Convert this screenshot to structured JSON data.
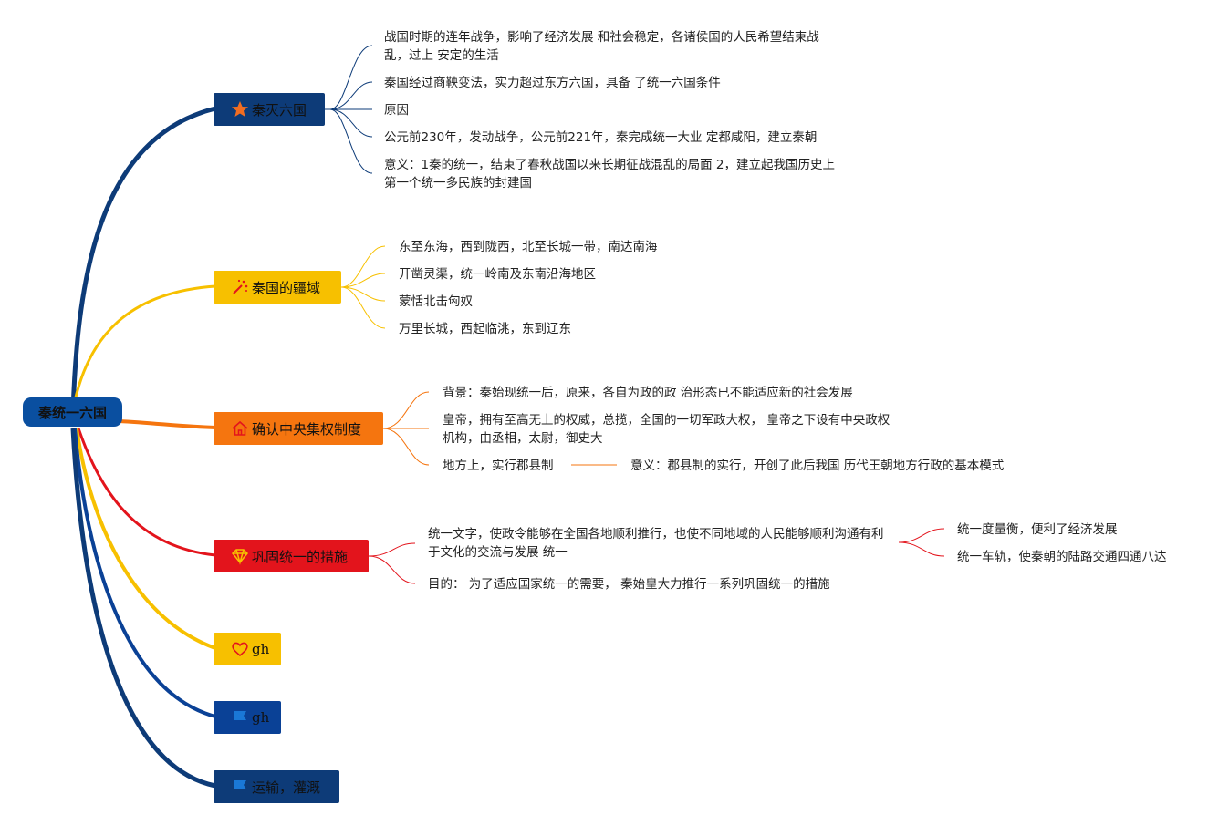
{
  "root": {
    "label": "秦统一六国"
  },
  "branches": [
    {
      "label": "秦灭六国",
      "icon": "star-icon",
      "color": "#0d3b78",
      "leaves": [
        "战国时期的连年战争，影响了经济发展 和社会稳定，各诸侯国的人民希望结束战乱，过上 安定的生活",
        "秦国经过商鞅变法，实力超过东方六国，具备 了统一六国条件",
        "原因",
        "公元前230年，发动战争，公元前221年，秦完成统一大业 定都咸阳，建立秦朝",
        "意义：1秦的统一，结束了春秋战国以来长期征战混乱的局面 2，建立起我国历史上第一个统一多民族的封建国"
      ]
    },
    {
      "label": "秦国的疆域",
      "icon": "magic-wand-icon",
      "color": "#f7c000",
      "leaves": [
        "东至东海，西到陇西，北至长城一带，南达南海",
        "开凿灵渠，统一岭南及东南沿海地区",
        "蒙恬北击匈奴",
        "万里长城，西起临洮，东到辽东"
      ]
    },
    {
      "label": "确认中央集权制度",
      "icon": "home-icon",
      "color": "#f5750f",
      "leaves": [
        "背景：秦始现统一后，原来，各自为政的政 治形态已不能适应新的社会发展",
        "皇帝，拥有至高无上的权威，总揽，全国的一切军政大权， 皇帝之下设有中央政权机构，由丞相，太尉，御史大",
        "地方上，实行郡县制"
      ],
      "sub": "意义：郡县制的实行，开创了此后我国 历代王朝地方行政的基本模式"
    },
    {
      "label": "巩固统一的措施",
      "icon": "diamond-icon",
      "color": "#e3141c",
      "leaves": [
        "统一文字，使政令能够在全国各地顺利推行，也使不同地域的人民能够顺利沟通有利于文化的交流与发展 统一",
        "目的： 为了适应国家统一的需要， 秦始皇大力推行一系列巩固统一的措施"
      ],
      "sub": [
        "统一度量衡，便利了经济发展",
        "统一车轨，使秦朝的陆路交通四通八达"
      ]
    },
    {
      "label": "gh",
      "icon": "heart-icon",
      "color": "#f7c000"
    },
    {
      "label": "gh",
      "icon": "flag-icon",
      "color": "#0a4196"
    },
    {
      "label": "运输，灌溉",
      "icon": "flag-icon",
      "color": "#0d3b78"
    }
  ]
}
